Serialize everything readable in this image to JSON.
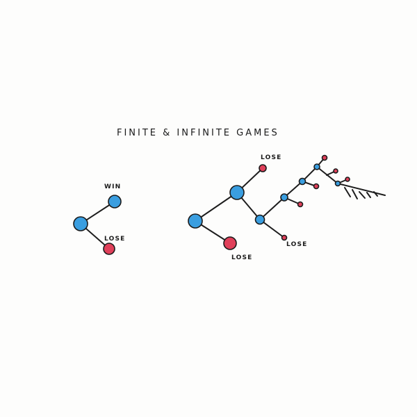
{
  "title": "FINITE & INFINITE GAMES",
  "labels": {
    "win": "WIN",
    "lose_finite": "LOSE",
    "lose_top": "LOSE",
    "lose_bottom": "LOSE",
    "lose_mid": "LOSE"
  },
  "colors": {
    "blue_node": "#3a9ee0",
    "red_node": "#e0405a",
    "ink": "#1a1a1a"
  }
}
